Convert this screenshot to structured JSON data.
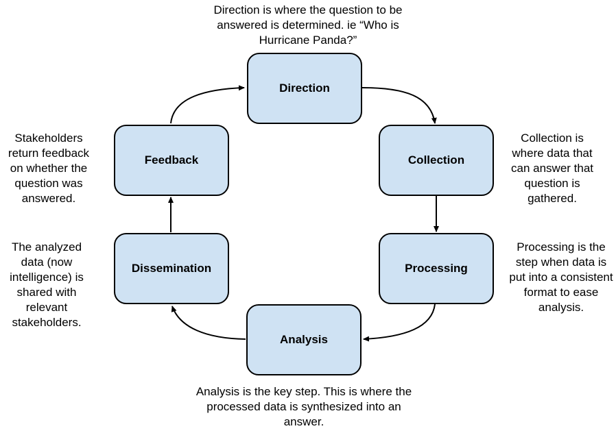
{
  "colors": {
    "node_fill": "#cfe2f3",
    "stroke": "#000000"
  },
  "nodes": {
    "direction": "Direction",
    "collection": "Collection",
    "processing": "Processing",
    "analysis": "Analysis",
    "dissemination": "Dissemination",
    "feedback": "Feedback"
  },
  "notes": {
    "direction": "Direction is where the question to be answered is determined. ie “Who is Hurricane Panda?”",
    "collection": "Collection is where data that can answer that question is gathered.",
    "processing": "Processing is the step when data is put into a consistent format to ease analysis.",
    "analysis": "Analysis is the key step. This is where the processed data is synthesized into an answer.",
    "dissemination": "The analyzed data (now intelligence) is shared with relevant stakeholders.",
    "feedback": "Stakeholders return feedback on whether the question was answered."
  }
}
